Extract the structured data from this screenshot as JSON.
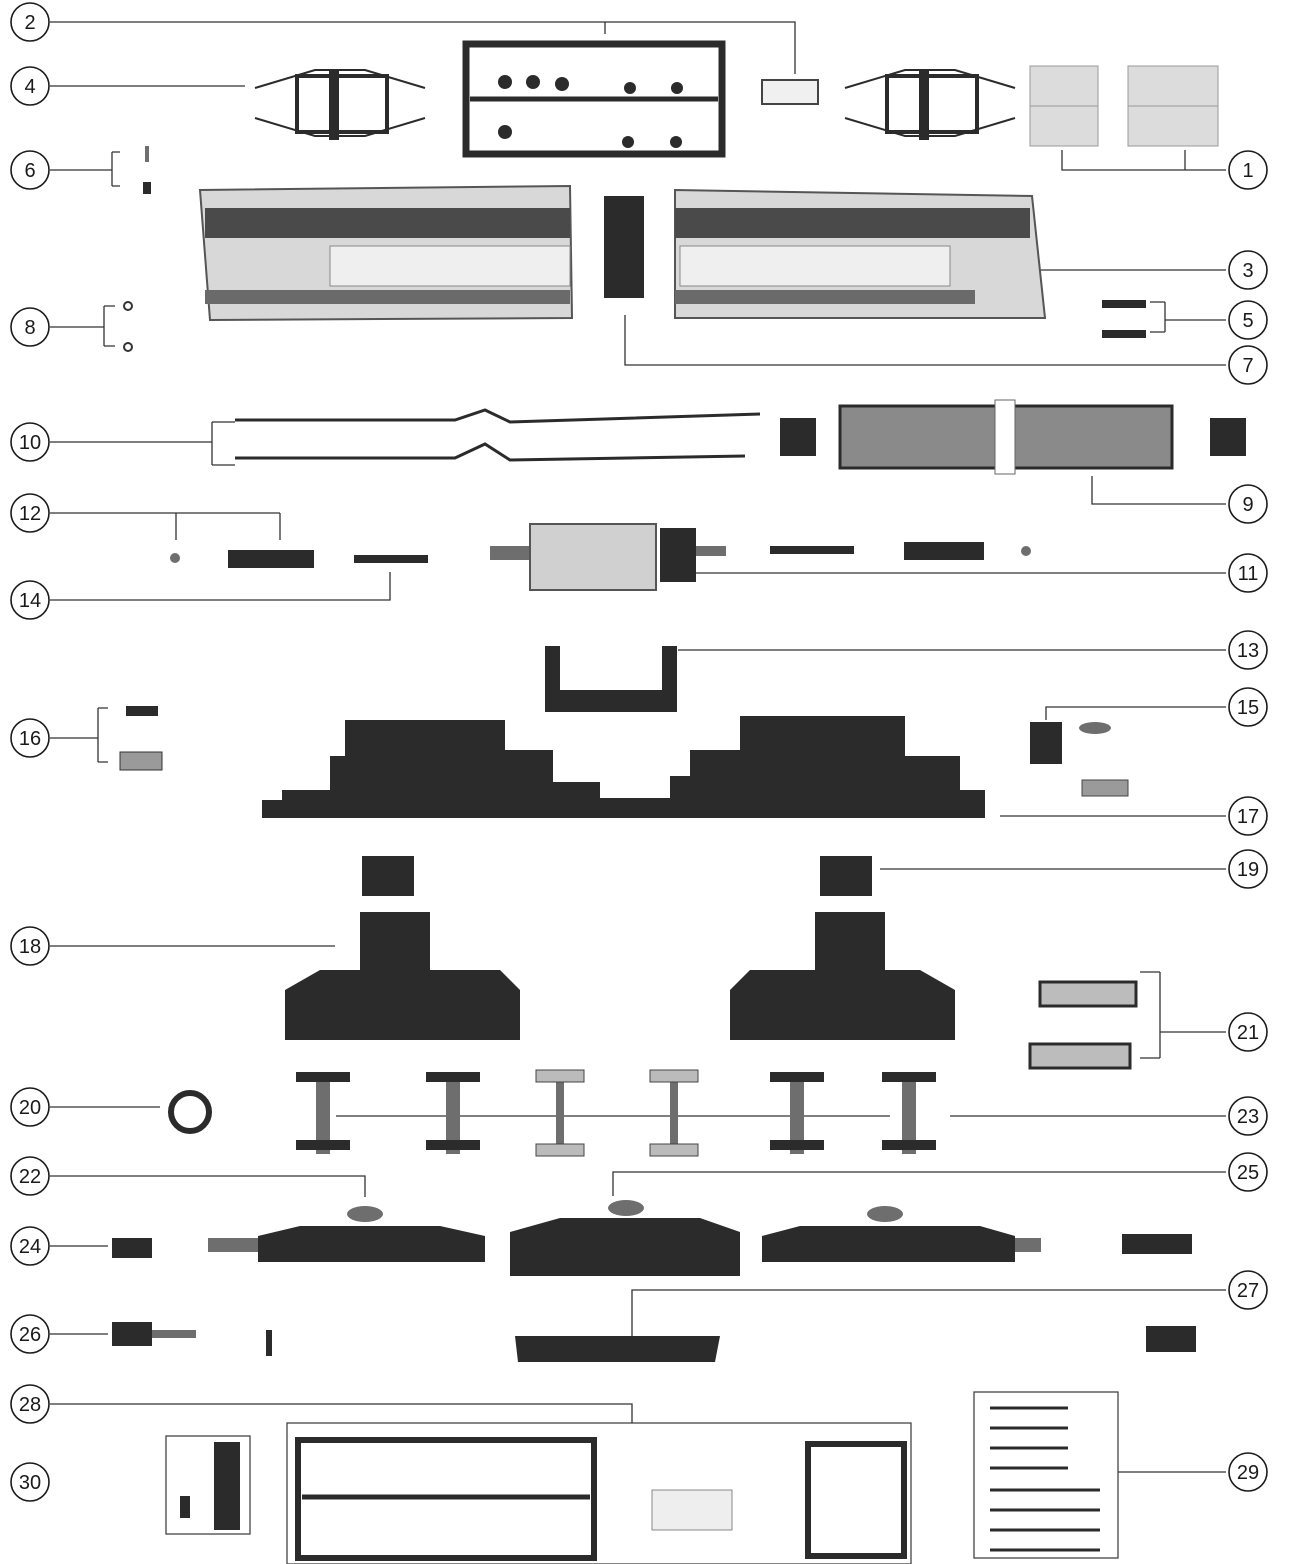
{
  "title": "",
  "callouts": [
    {
      "number": "1"
    },
    {
      "number": "2"
    },
    {
      "number": "3"
    },
    {
      "number": "4"
    },
    {
      "number": "5"
    },
    {
      "number": "6"
    },
    {
      "number": "7"
    },
    {
      "number": "8"
    },
    {
      "number": "9"
    },
    {
      "number": "10"
    },
    {
      "number": "11"
    },
    {
      "number": "12"
    },
    {
      "number": "13"
    },
    {
      "number": "14"
    },
    {
      "number": "15"
    },
    {
      "number": "16"
    },
    {
      "number": "17"
    },
    {
      "number": "18"
    },
    {
      "number": "19"
    },
    {
      "number": "20"
    },
    {
      "number": "21"
    },
    {
      "number": "22"
    },
    {
      "number": "23"
    },
    {
      "number": "24"
    },
    {
      "number": "25"
    },
    {
      "number": "26"
    },
    {
      "number": "27"
    },
    {
      "number": "28"
    },
    {
      "number": "29"
    },
    {
      "number": "30"
    }
  ],
  "colors": {
    "ink": "#2b2b2b",
    "body_shell": "#d8d8d8",
    "background": "#ffffff"
  }
}
